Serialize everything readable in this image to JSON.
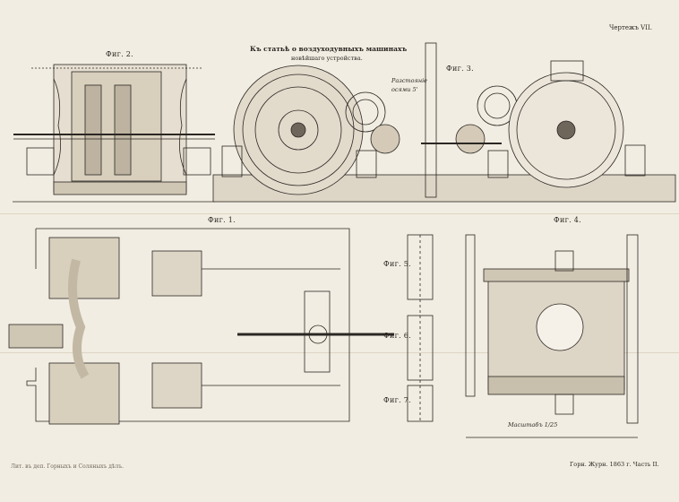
{
  "sheet": {
    "plate_label": "Чертежъ VII.",
    "title_line1": "Къ статьѣ о воздуходувныхъ машинахъ",
    "title_line2": "новѣйшаго устройства.",
    "footer_left": "Лит. въ деп. Горныхъ и Соляныхъ дѣлъ.",
    "footer_right": "Горн. Журн. 1863 г. Часть II."
  },
  "figures": [
    {
      "id": "fig1",
      "label": "Фиг. 1."
    },
    {
      "id": "fig2",
      "label": "Фиг. 2."
    },
    {
      "id": "fig3",
      "label": "Фиг. 3."
    },
    {
      "id": "fig4",
      "label": "Фиг. 4."
    },
    {
      "id": "fig5",
      "label": "Фиг. 5."
    },
    {
      "id": "fig6",
      "label": "Фиг. 6."
    },
    {
      "id": "fig7",
      "label": "Фиг. 7."
    }
  ],
  "annotations": {
    "scale_note": "Масштабъ 1/25",
    "fig3_note_a": "Разстояніе",
    "fig3_note_b": "осями 5'"
  },
  "colors": {
    "paper": "#f2ede2",
    "ink": "#2b2723",
    "shade": "#8c8478"
  }
}
